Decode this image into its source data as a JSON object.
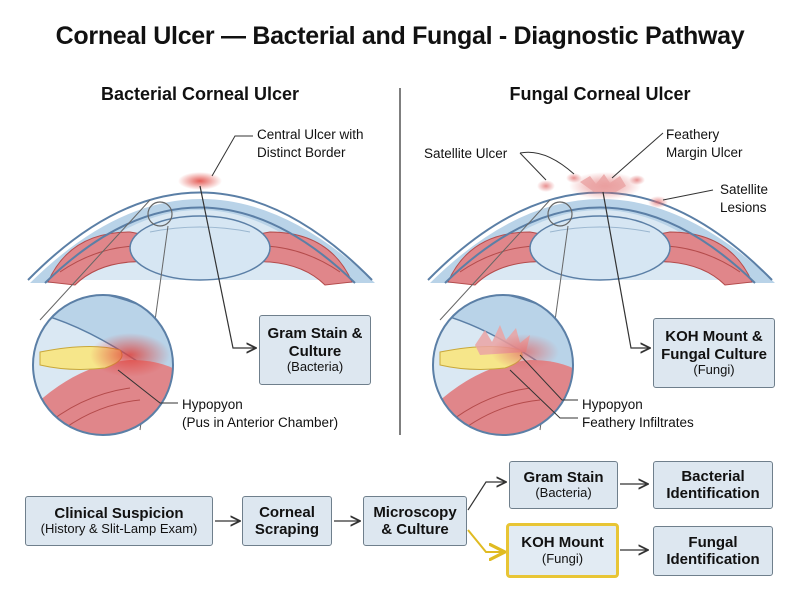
{
  "title": "Corneal Ulcer — Bacterial and Fungal - Diagnostic Pathway",
  "bacterial": {
    "heading": "Bacterial Corneal Ulcer",
    "central_ulcer": [
      "Central Ulcer with",
      "Distinct Border"
    ],
    "test_box": {
      "title_line1": "Gram Stain &",
      "title_line2": "Culture",
      "subtitle": "(Bacteria)"
    },
    "hypopyon": [
      "Hypopyon",
      "(Pus in Anterior Chamber)"
    ]
  },
  "fungal": {
    "heading": "Fungal Corneal Ulcer",
    "satellite_ulcer": "Satellite Ulcer",
    "feathery_margin": [
      "Feathery",
      "Margin Ulcer"
    ],
    "satellite_lesions": [
      "Satellite",
      "Lesions"
    ],
    "test_box": {
      "title_line1": "KOH Mount &",
      "title_line2": "Fungal Culture",
      "subtitle": "(Fungi)"
    },
    "hypopyon": "Hypopyon",
    "feathery_infiltrates": "Feathery Infiltrates"
  },
  "flow": {
    "clinical": {
      "title": "Clinical Suspicion",
      "subtitle": "(History & Slit-Lamp Exam)"
    },
    "scraping": {
      "line1": "Corneal",
      "line2": "Scraping"
    },
    "microscopy": {
      "line1": "Microscopy",
      "line2": "& Culture"
    },
    "gram": {
      "title": "Gram Stain",
      "subtitle": "(Bacteria)"
    },
    "koh": {
      "title": "KOH Mount",
      "subtitle": "(Fungi)"
    },
    "bacterial_id": {
      "line1": "Bacterial",
      "line2": "Identification"
    },
    "fungal_id": {
      "line1": "Fungal",
      "line2": "Identification"
    }
  },
  "colors": {
    "cornea_fill": "#dae8f3",
    "outline": "#5b7fa6",
    "tissue_red": "#d9534f",
    "pus_yellow": "#f6e68a",
    "box_fill": "#dde7f0",
    "highlight": "#e8c535"
  }
}
